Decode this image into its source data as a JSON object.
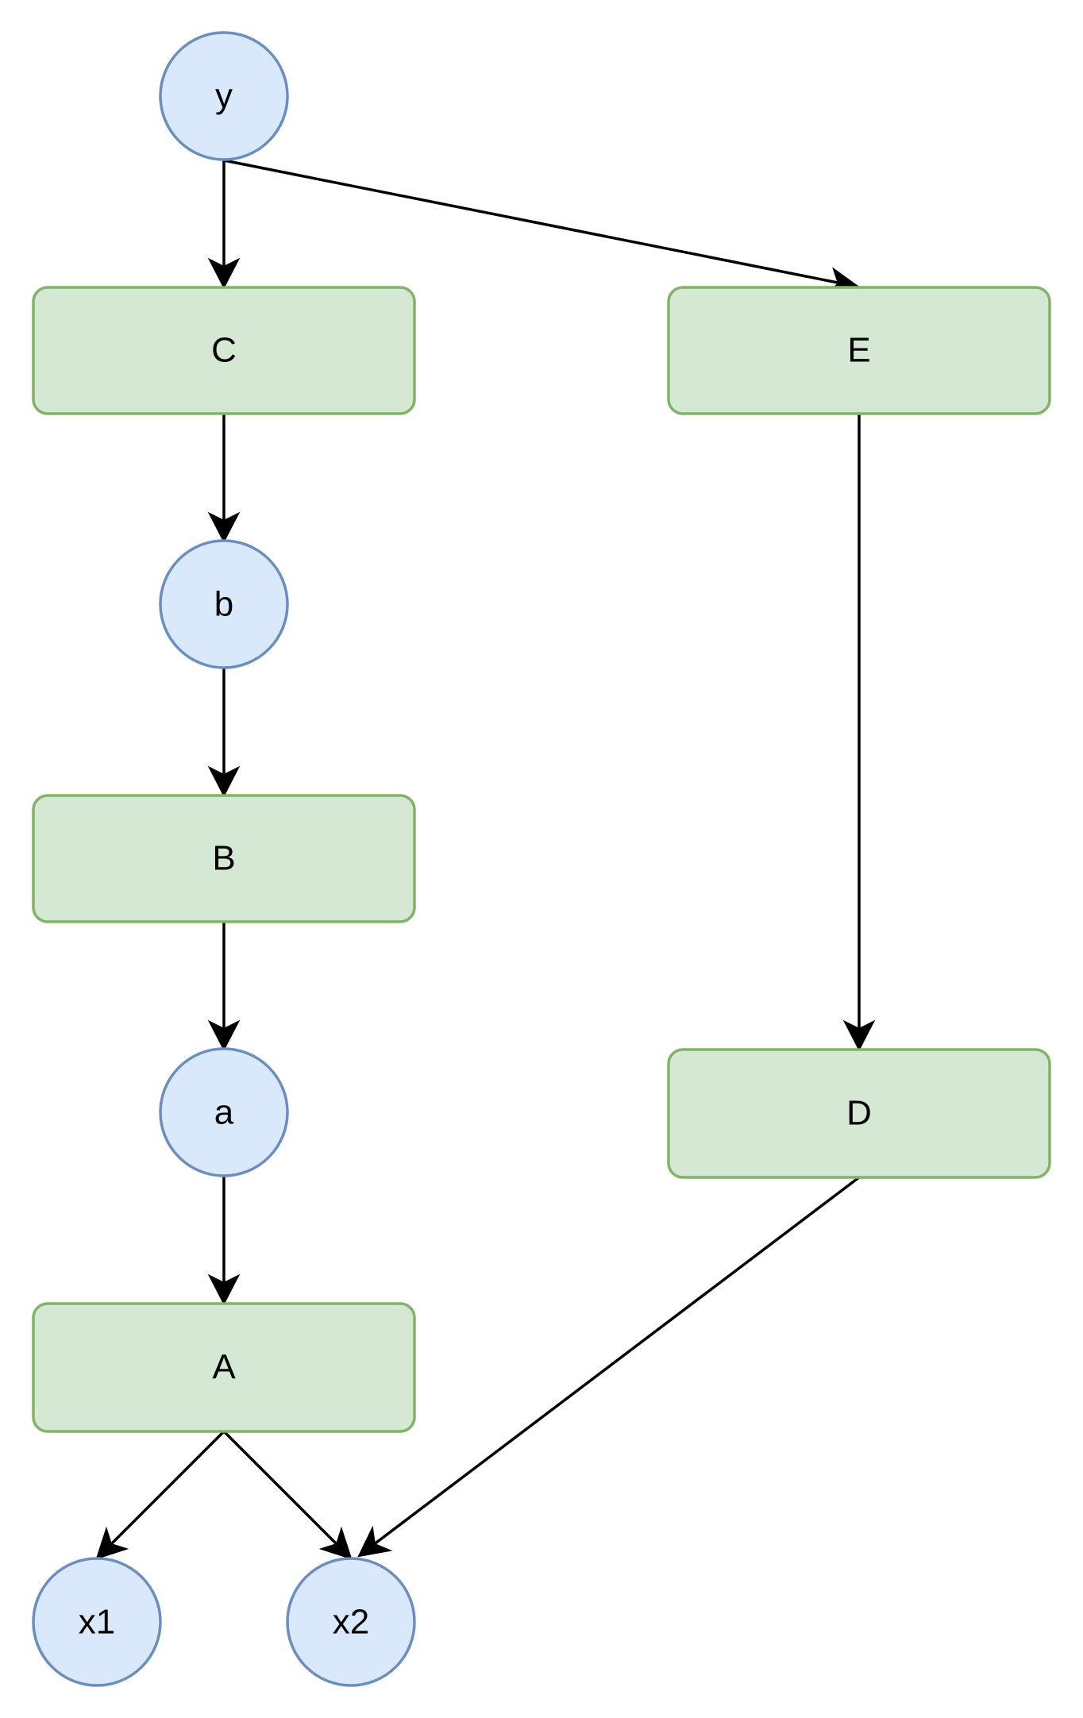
{
  "diagram": {
    "colors": {
      "circle_fill": "#dae8fc",
      "circle_stroke": "#6c8ebf",
      "rect_fill": "#d5e8d4",
      "rect_stroke": "#82b366",
      "edge": "#000000"
    },
    "nodes": {
      "y": {
        "label": "y",
        "shape": "circle"
      },
      "C": {
        "label": "C",
        "shape": "rounded-rectangle"
      },
      "E": {
        "label": "E",
        "shape": "rounded-rectangle"
      },
      "b": {
        "label": "b",
        "shape": "circle"
      },
      "B": {
        "label": "B",
        "shape": "rounded-rectangle"
      },
      "a": {
        "label": "a",
        "shape": "circle"
      },
      "A": {
        "label": "A",
        "shape": "rounded-rectangle"
      },
      "D": {
        "label": "D",
        "shape": "rounded-rectangle"
      },
      "x1": {
        "label": "x1",
        "shape": "circle"
      },
      "x2": {
        "label": "x2",
        "shape": "circle"
      }
    },
    "edges": [
      {
        "from": "y",
        "to": "C"
      },
      {
        "from": "y",
        "to": "E"
      },
      {
        "from": "C",
        "to": "b"
      },
      {
        "from": "b",
        "to": "B"
      },
      {
        "from": "B",
        "to": "a"
      },
      {
        "from": "a",
        "to": "A"
      },
      {
        "from": "A",
        "to": "x1"
      },
      {
        "from": "A",
        "to": "x2"
      },
      {
        "from": "E",
        "to": "D"
      },
      {
        "from": "D",
        "to": "x2"
      }
    ]
  }
}
